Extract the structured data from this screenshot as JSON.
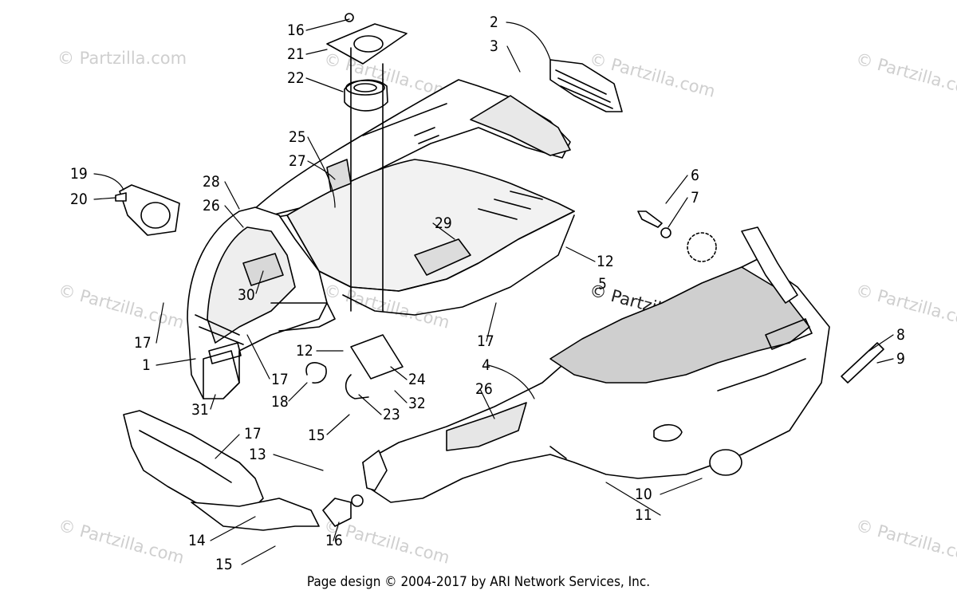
{
  "diagram": {
    "callouts": {
      "c1": "1",
      "c2": "2",
      "c3": "3",
      "c4": "4",
      "c6": "6",
      "c7": "7",
      "c8": "8",
      "c9": "9",
      "c10": "10",
      "c11": "11",
      "c12a": "12",
      "c12b": "12",
      "c13": "13",
      "c14": "14",
      "c15a": "15",
      "c15b": "15",
      "c16a": "16",
      "c16b": "16",
      "c17a": "17",
      "c17b": "17",
      "c17c": "17",
      "c17d": "17",
      "c18": "18",
      "c19": "19",
      "c20": "20",
      "c21": "21",
      "c22": "22",
      "c23": "23",
      "c24": "24",
      "c25": "25",
      "c26a": "26",
      "c26b": "26",
      "c27": "27",
      "c28": "28",
      "c29": "29",
      "c30": "30",
      "c31": "31",
      "c32": "32",
      "c5": "5"
    },
    "watermark": "© Partzilla.com",
    "watermark_color": "#cfcfcf",
    "line_color": "#000000"
  },
  "footer": {
    "text": "Page design © 2004-2017 by ARI Network Services, Inc."
  }
}
